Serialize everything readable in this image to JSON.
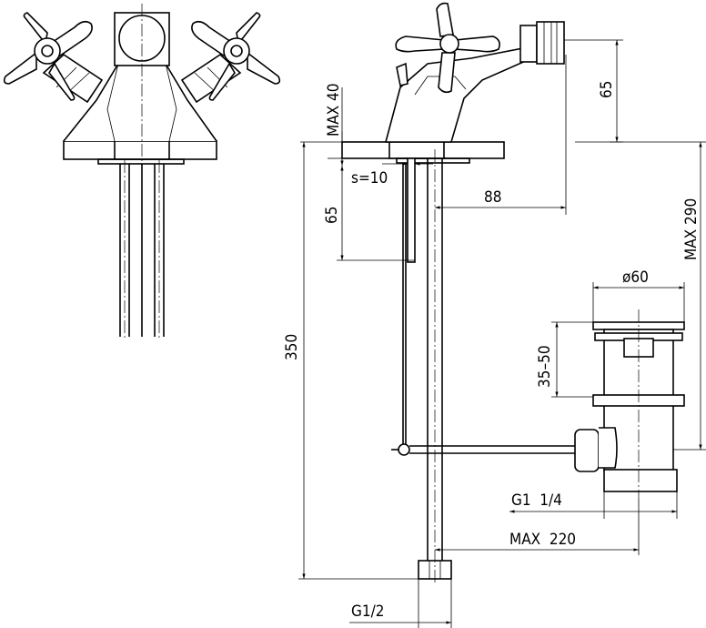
{
  "dimensions": {
    "max_40": "MAX 40",
    "s_10": "s=10",
    "d_65_left": "65",
    "d_88": "88",
    "d_65_right": "65",
    "max_290": "MAX 290",
    "phi_60": "ø60",
    "d_35_50": "35–50",
    "d_350": "350",
    "g1_1_4": "G1  1/4",
    "max_220": "MAX  220",
    "g1_2": "G1/2"
  }
}
